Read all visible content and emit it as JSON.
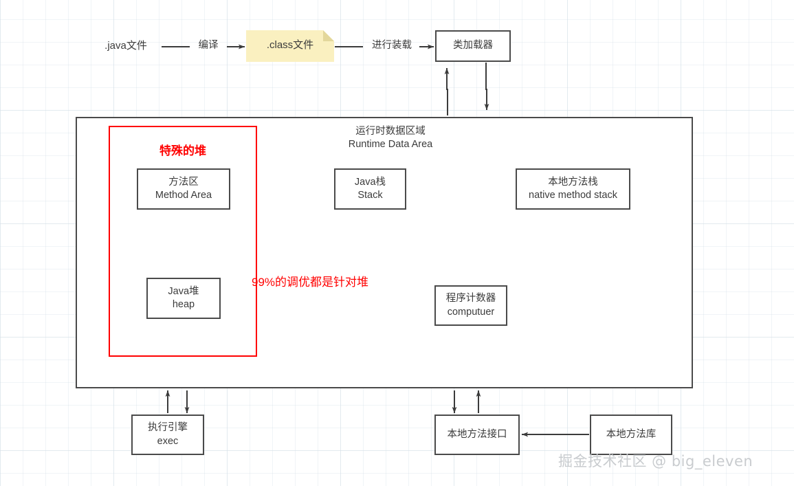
{
  "diagram": {
    "title": "JVM Runtime Data Area Diagram",
    "colors": {
      "stroke": "#4a4a4a",
      "highlight": "#ff0000",
      "note_fill": "#faf0c0",
      "note_fold": "#e6dca0",
      "grid": "#d8e1e9",
      "watermark": "#c9cccf"
    }
  },
  "pipeline": {
    "java_file": ".java文件",
    "compile_edge_label": "编译",
    "class_file": ".class文件",
    "load_edge_label": "进行装载",
    "classloader": "类加载器"
  },
  "runtime_area": {
    "title_cn": "运行时数据区域",
    "title_en": "Runtime Data Area",
    "special_heap_label": "特殊的堆",
    "tuning_note": "99%的调优都是针对堆",
    "boxes": {
      "method_area": {
        "cn": "方法区",
        "en": "Method Area"
      },
      "java_heap": {
        "cn": "Java堆",
        "en": "heap"
      },
      "java_stack": {
        "cn": "Java栈",
        "en": "Stack"
      },
      "native_stack": {
        "cn": "本地方法栈",
        "en": "native method  stack"
      },
      "program_counter": {
        "cn": "程序计数器",
        "en": "computuer"
      }
    }
  },
  "bottom": {
    "exec_engine": {
      "cn": "执行引擎",
      "en": "exec"
    },
    "native_interface": {
      "cn": "本地方法接口",
      "en": ""
    },
    "native_library": {
      "cn": "本地方法库",
      "en": ""
    }
  },
  "watermark": "掘金技术社区 @ big_eleven"
}
